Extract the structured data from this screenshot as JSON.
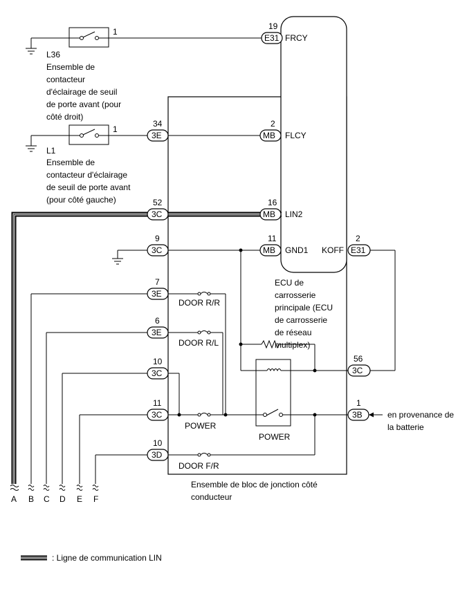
{
  "switches": {
    "l36": {
      "pin": "1",
      "id": "L36",
      "name_lines": [
        "Ensemble de",
        "contacteur",
        "d'éclairage de seuil",
        "de porte avant (pour",
        "côté droit)"
      ]
    },
    "l1": {
      "pin": "1",
      "id": "L1",
      "name_lines": [
        "Ensemble de",
        "contacteur d'éclairage",
        "de seuil de porte avant",
        "(pour côté gauche)"
      ]
    }
  },
  "ecu": {
    "name_lines": [
      "ECU de",
      "carrosserie",
      "principale (ECU",
      "de carrosserie",
      "de réseau",
      "multiplex)"
    ],
    "terminals": {
      "frcy": {
        "conn": "E31",
        "pin": "19",
        "signal": "FRCY"
      },
      "flcy": {
        "conn": "MB",
        "pin": "2",
        "signal": "FLCY"
      },
      "lin2": {
        "conn": "MB",
        "pin": "16",
        "signal": "LIN2"
      },
      "gnd1": {
        "conn": "MB",
        "pin": "11",
        "signal": "GND1"
      },
      "koff": {
        "conn": "E31",
        "pin": "2",
        "signal": "KOFF"
      }
    }
  },
  "junction_block": {
    "name_lines": [
      "Ensemble de bloc de jonction côté",
      "conducteur"
    ],
    "connectors": {
      "c34": {
        "conn": "3E",
        "pin": "34"
      },
      "c52": {
        "conn": "3C",
        "pin": "52"
      },
      "c9": {
        "conn": "3C",
        "pin": "9"
      },
      "c7": {
        "conn": "3E",
        "pin": "7"
      },
      "c6": {
        "conn": "3E",
        "pin": "6"
      },
      "c10a": {
        "conn": "3C",
        "pin": "10"
      },
      "c11": {
        "conn": "3C",
        "pin": "11"
      },
      "c10b": {
        "conn": "3D",
        "pin": "10"
      },
      "c56": {
        "conn": "3C",
        "pin": "56"
      },
      "c1": {
        "conn": "3B",
        "pin": "1"
      }
    },
    "fuses": {
      "door_rr": "DOOR R/R",
      "door_rl": "DOOR R/L",
      "power": "POWER",
      "door_fr": "DOOR F/R"
    },
    "relay": "POWER"
  },
  "battery_label_lines": [
    "en provenance de",
    "la batterie"
  ],
  "outputs": [
    "A",
    "B",
    "C",
    "D",
    "E",
    "F"
  ],
  "legend": {
    "text": ": Ligne de communication LIN"
  }
}
